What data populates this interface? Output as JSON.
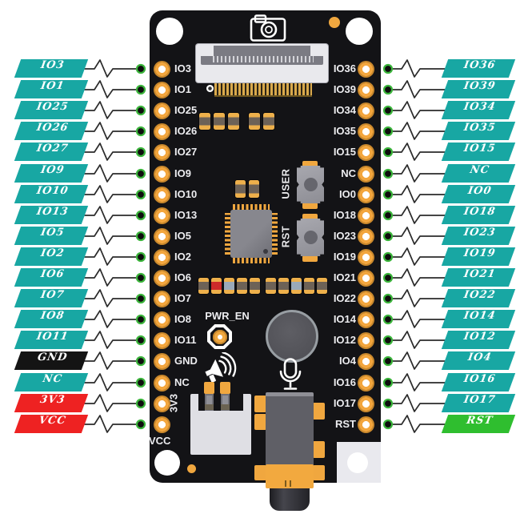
{
  "pins": {
    "left": [
      {
        "label": "IO3",
        "color": "teal"
      },
      {
        "label": "IO1",
        "color": "teal"
      },
      {
        "label": "IO25",
        "color": "teal"
      },
      {
        "label": "IO26",
        "color": "teal"
      },
      {
        "label": "IO27",
        "color": "teal"
      },
      {
        "label": "IO9",
        "color": "teal"
      },
      {
        "label": "IO10",
        "color": "teal"
      },
      {
        "label": "IO13",
        "color": "teal"
      },
      {
        "label": "IO5",
        "color": "teal"
      },
      {
        "label": "IO2",
        "color": "teal"
      },
      {
        "label": "IO6",
        "color": "teal"
      },
      {
        "label": "IO7",
        "color": "teal"
      },
      {
        "label": "IO8",
        "color": "teal"
      },
      {
        "label": "IO11",
        "color": "teal"
      },
      {
        "label": "GND",
        "color": "black"
      },
      {
        "label": "NC",
        "color": "teal"
      },
      {
        "label": "3V3",
        "color": "red"
      },
      {
        "label": "VCC",
        "color": "red"
      }
    ],
    "right": [
      {
        "label": "IO36",
        "color": "teal"
      },
      {
        "label": "IO39",
        "color": "teal"
      },
      {
        "label": "IO34",
        "color": "teal"
      },
      {
        "label": "IO35",
        "color": "teal"
      },
      {
        "label": "IO15",
        "color": "teal"
      },
      {
        "label": "NC",
        "color": "teal"
      },
      {
        "label": "IO0",
        "color": "teal"
      },
      {
        "label": "IO18",
        "color": "teal"
      },
      {
        "label": "IO23",
        "color": "teal"
      },
      {
        "label": "IO19",
        "color": "teal"
      },
      {
        "label": "IO21",
        "color": "teal"
      },
      {
        "label": "IO22",
        "color": "teal"
      },
      {
        "label": "IO14",
        "color": "teal"
      },
      {
        "label": "IO12",
        "color": "teal"
      },
      {
        "label": "IO4",
        "color": "teal"
      },
      {
        "label": "IO16",
        "color": "teal"
      },
      {
        "label": "IO17",
        "color": "teal"
      },
      {
        "label": "RST",
        "color": "green"
      }
    ]
  },
  "board": {
    "user_button_label": "USER",
    "rst_button_label": "RST",
    "pwr_en_label": "PWR_EN"
  },
  "icons": {
    "top_center": "camera-icon",
    "audio_left": "speaker-icon",
    "audio_center": "microphone-icon"
  },
  "colors": {
    "teal": "#18a7a3",
    "black_label": "#141414",
    "red": "#ee2222",
    "green": "#2fbe2f",
    "board": "#131316",
    "orange": "#f0a73f",
    "gold": "#d9a94c",
    "dot_ring": "#3bb43b",
    "wire": "#2b2b2b"
  }
}
